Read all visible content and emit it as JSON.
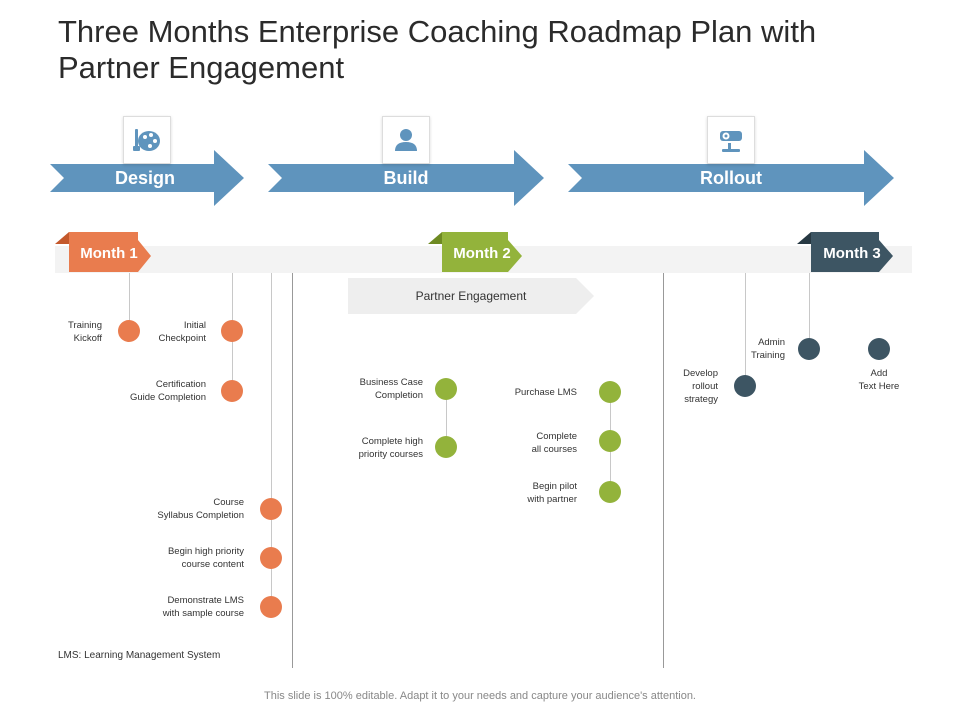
{
  "title": "Three Months Enterprise Coaching Roadmap Plan with Partner Engagement",
  "phases": [
    {
      "label": "Design",
      "icon": "palette-icon"
    },
    {
      "label": "Build",
      "icon": "person-icon"
    },
    {
      "label": "Rollout",
      "icon": "projector-icon"
    }
  ],
  "months": [
    {
      "label": "Month 1",
      "color": "#e97c4e"
    },
    {
      "label": "Month 2",
      "color": "#93b33b"
    },
    {
      "label": "Month 3",
      "color": "#3d5563"
    }
  ],
  "partner_engagement": "Partner Engagement",
  "milestones": {
    "month1": [
      "Training\nKickoff",
      "Initial\nCheckpoint",
      "Certification\nGuide Completion",
      "Course\nSyllabus Completion",
      "Begin high priority\ncourse content",
      "Demonstrate LMS\nwith sample course"
    ],
    "month2": [
      "Business Case\nCompletion",
      "Complete  high\npriority courses",
      "Purchase LMS",
      "Complete\nall courses",
      "Begin pilot\nwith partner"
    ],
    "month3": [
      "Admin\nTraining",
      "Develop\nrollout\nstrategy",
      "Add\nText Here"
    ]
  },
  "footnote": "LMS: Learning Management System",
  "footer": "This slide is 100% editable. Adapt it to your needs and capture your audience's attention.",
  "colors": {
    "arrow": "#5f94bd",
    "orange": "#e97c4e",
    "green": "#93b33b",
    "navy": "#3d5563"
  }
}
